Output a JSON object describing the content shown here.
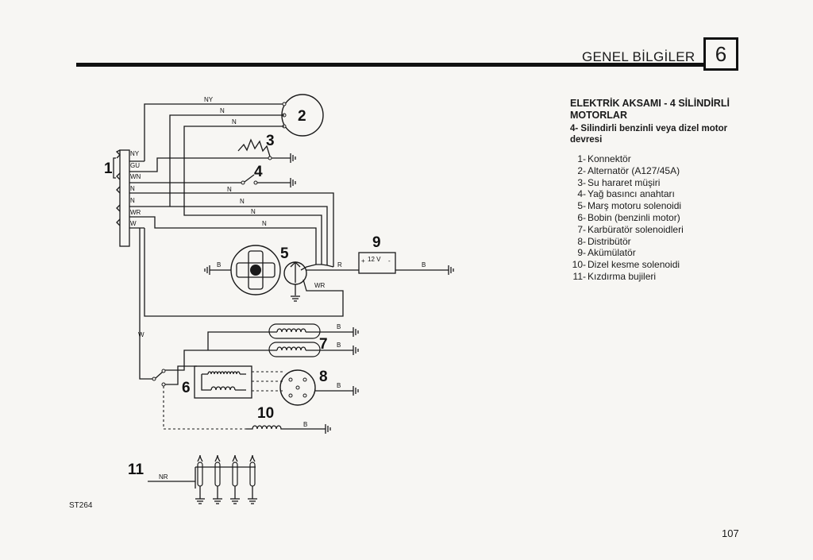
{
  "header": {
    "title": "GENEL BİLGİLER",
    "chapter": "6"
  },
  "section": {
    "title": "ELEKTRİK AKSAMI - 4 SİLİNDİRLİ MOTORLAR",
    "subtitle": "4- Silindirli benzinli veya dizel motor devresi"
  },
  "legend": [
    {
      "num": "1-",
      "label": "Konnektör"
    },
    {
      "num": "2-",
      "label": "Alternatör (A127/45A)"
    },
    {
      "num": "3-",
      "label": "Su hararet müşiri"
    },
    {
      "num": "4-",
      "label": "Yağ basıncı anahtarı"
    },
    {
      "num": "5-",
      "label": "Marş motoru solenoidi"
    },
    {
      "num": "6-",
      "label": "Bobin (benzinli motor)"
    },
    {
      "num": "7-",
      "label": "Karbüratör solenoidleri"
    },
    {
      "num": "8-",
      "label": "Distribütör"
    },
    {
      "num": "9-",
      "label": "Akümülatör"
    },
    {
      "num": "10-",
      "label": "Dizel kesme solenoidi"
    },
    {
      "num": "11-",
      "label": "Kızdırma bujileri"
    }
  ],
  "diagram": {
    "component_numbers": [
      "1",
      "2",
      "3",
      "4",
      "5",
      "6",
      "7",
      "8",
      "9",
      "10",
      "11"
    ],
    "connector_pins": [
      "NY",
      "GU",
      "WN",
      "N",
      "N",
      "WR",
      "W"
    ],
    "wire_labels": {
      "ny": "NY",
      "n_alt1": "N",
      "n_alt2": "N",
      "n_oil": "N",
      "n_s1": "N",
      "n_s2": "N",
      "n_s3": "N",
      "b_starter": "B",
      "r_starter": "R",
      "wr_starter": "WR",
      "b_battery": "B",
      "w_vertical": "W",
      "b_carb1": "B",
      "b_carb2": "B",
      "b_dist": "B",
      "b_diesel": "B",
      "nr_glow": "NR"
    },
    "battery_label": "12 V",
    "battery_plus": "+",
    "battery_minus": "-"
  },
  "footer": {
    "code": "ST264",
    "page": "107"
  }
}
